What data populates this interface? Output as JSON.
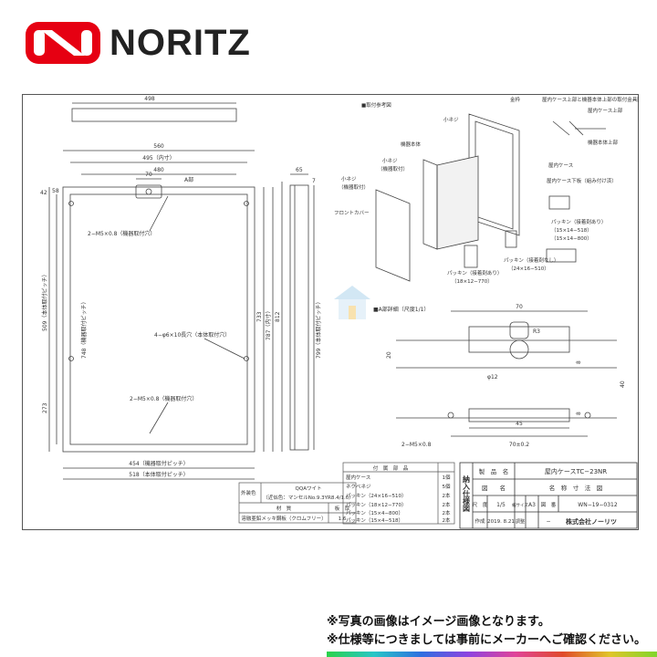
{
  "brand": {
    "name": "NORITZ",
    "logo_color": "#e60012"
  },
  "notes": [
    "※写真の画像はイメージ画像となります。",
    "※仕様等につきましては事前にメーカーへご確認ください。"
  ],
  "drawing": {
    "front_dims": {
      "top_width": "498",
      "outer_width": "560",
      "inner_width": "495（内寸）",
      "width_480": "480",
      "width_70": "70",
      "part_a": "A部",
      "mount_hole_top": "2−M5×0.8（機器取付穴）",
      "mount_hole_mid": "4−φ6×10長穴（本体取付穴）",
      "mount_hole_bottom": "2−M5×0.8（機器取付穴）",
      "bottom_pitch_454": "454（機器取付ピッチ）",
      "bottom_pitch_518": "518（本体取付ピッチ）",
      "left_42": "42",
      "left_509": "509（本体取付ピッチ）",
      "left_748": "748（機器取付ピッチ）",
      "left_273": "273",
      "left_58": "58",
      "right_733": "733",
      "right_787": "787（内寸）",
      "right_812": "812",
      "side_65": "65",
      "side_799": "799（本体取付ピッチ）",
      "side_7": "7"
    },
    "exploded": {
      "title": "■取付参考図",
      "labels": [
        "金枠",
        "屋内ケース上部と機器本体上部の取付金具固定",
        "屋内ケース上部",
        "機器本体上部",
        "小ネジ",
        "機器本体",
        "屋内ケース",
        "小ネジ",
        "（機器取付）",
        "屋内ケース下板（組み付け済）",
        "小ネジ",
        "（機器取付）",
        "フロントカバー",
        "パッキン（接着剤あり）",
        "（15×14−518）",
        "（15×14−800）",
        "パッキン（接着剤なし）",
        "（24×16−510）",
        "パッキン（接着剤あり）",
        "（18×12−770）"
      ]
    },
    "detail_a": {
      "title": "■A部詳細（尺度1/1）",
      "dims": [
        "70",
        "R3",
        "φ12",
        "20",
        "8",
        "40",
        "8",
        "45",
        "70±0.2",
        "2−M5×0.8"
      ]
    },
    "parts_table": {
      "header": [
        "付　属　部　品",
        ""
      ],
      "rows": [
        [
          "屋内ケース",
          "1個"
        ],
        [
          "ネクベネジ",
          "5個"
        ],
        [
          "パッキン（24×16−510）",
          "2本"
        ],
        [
          "パッキン（18×12−770）",
          "2本"
        ],
        [
          "パッキン（15×4−800）",
          "2本"
        ],
        [
          "パッキン（15×4−518）",
          "2本"
        ]
      ]
    },
    "paint_table": {
      "color_label": "外装色",
      "color_name": "QQAワイト",
      "color_spec": "（近似色：マンセルNo.9.3YR8.4/1.0）",
      "material_head": "材　質",
      "thickness_head": "板　厚",
      "material": "溶融亜鉛メッキ鋼板（クロムフリー）",
      "thickness": "1.6"
    },
    "title_block": {
      "side_title": "納入仕様図",
      "product_label": "製　品　名",
      "product": "屋内ケースTC−23NR",
      "drawing_label": "図　　名",
      "drawing_name": "名　称　寸　法　図",
      "scale_label": "尺　度",
      "scale": "1/5",
      "paper_label": "紙サイズ",
      "paper": "A3",
      "number_label": "図　番",
      "number": "WN−19−0312",
      "date_label": "作成",
      "date": "2019. 8.21",
      "check_label": "調整",
      "check": "−",
      "company": "株式会社ノーリツ"
    }
  }
}
